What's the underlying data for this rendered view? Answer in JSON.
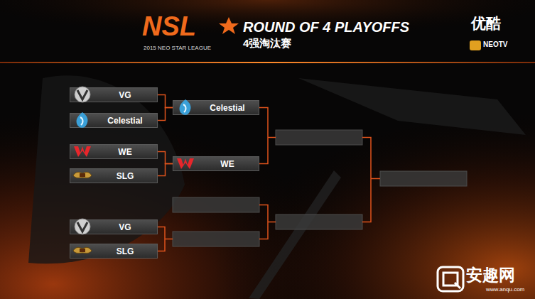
{
  "diagram": {
    "title": "ROUND OF 4 PLAYOFFS",
    "nodes": [
      {
        "text": [
          "VG"
        ]
      },
      {
        "text": [
          "Celestial"
        ]
      },
      {
        "text": [
          "WE"
        ]
      },
      {
        "text": [
          "SLG"
        ]
      },
      {
        "text": [
          "VG"
        ]
      },
      {
        "text": [
          "SLG"
        ]
      },
      {
        "text": [
          "Celestial"
        ]
      },
      {
        "text": [
          "WE"
        ]
      }
    ],
    "edges": [
      {
        "from": 0,
        "to": 6,
        "arrow": "none"
      },
      {
        "from": 1,
        "to": 6,
        "arrow": "none"
      },
      {
        "from": 2,
        "to": 7,
        "arrow": "none"
      },
      {
        "from": 3,
        "to": 7,
        "arrow": "none"
      }
    ],
    "labels": [
      "NSL",
      "2015 NEO STAR LEAGUE",
      "4强淘汰赛",
      "优酷",
      "NEOTV",
      "安趣网",
      "www.anqu.com"
    ]
  }
}
